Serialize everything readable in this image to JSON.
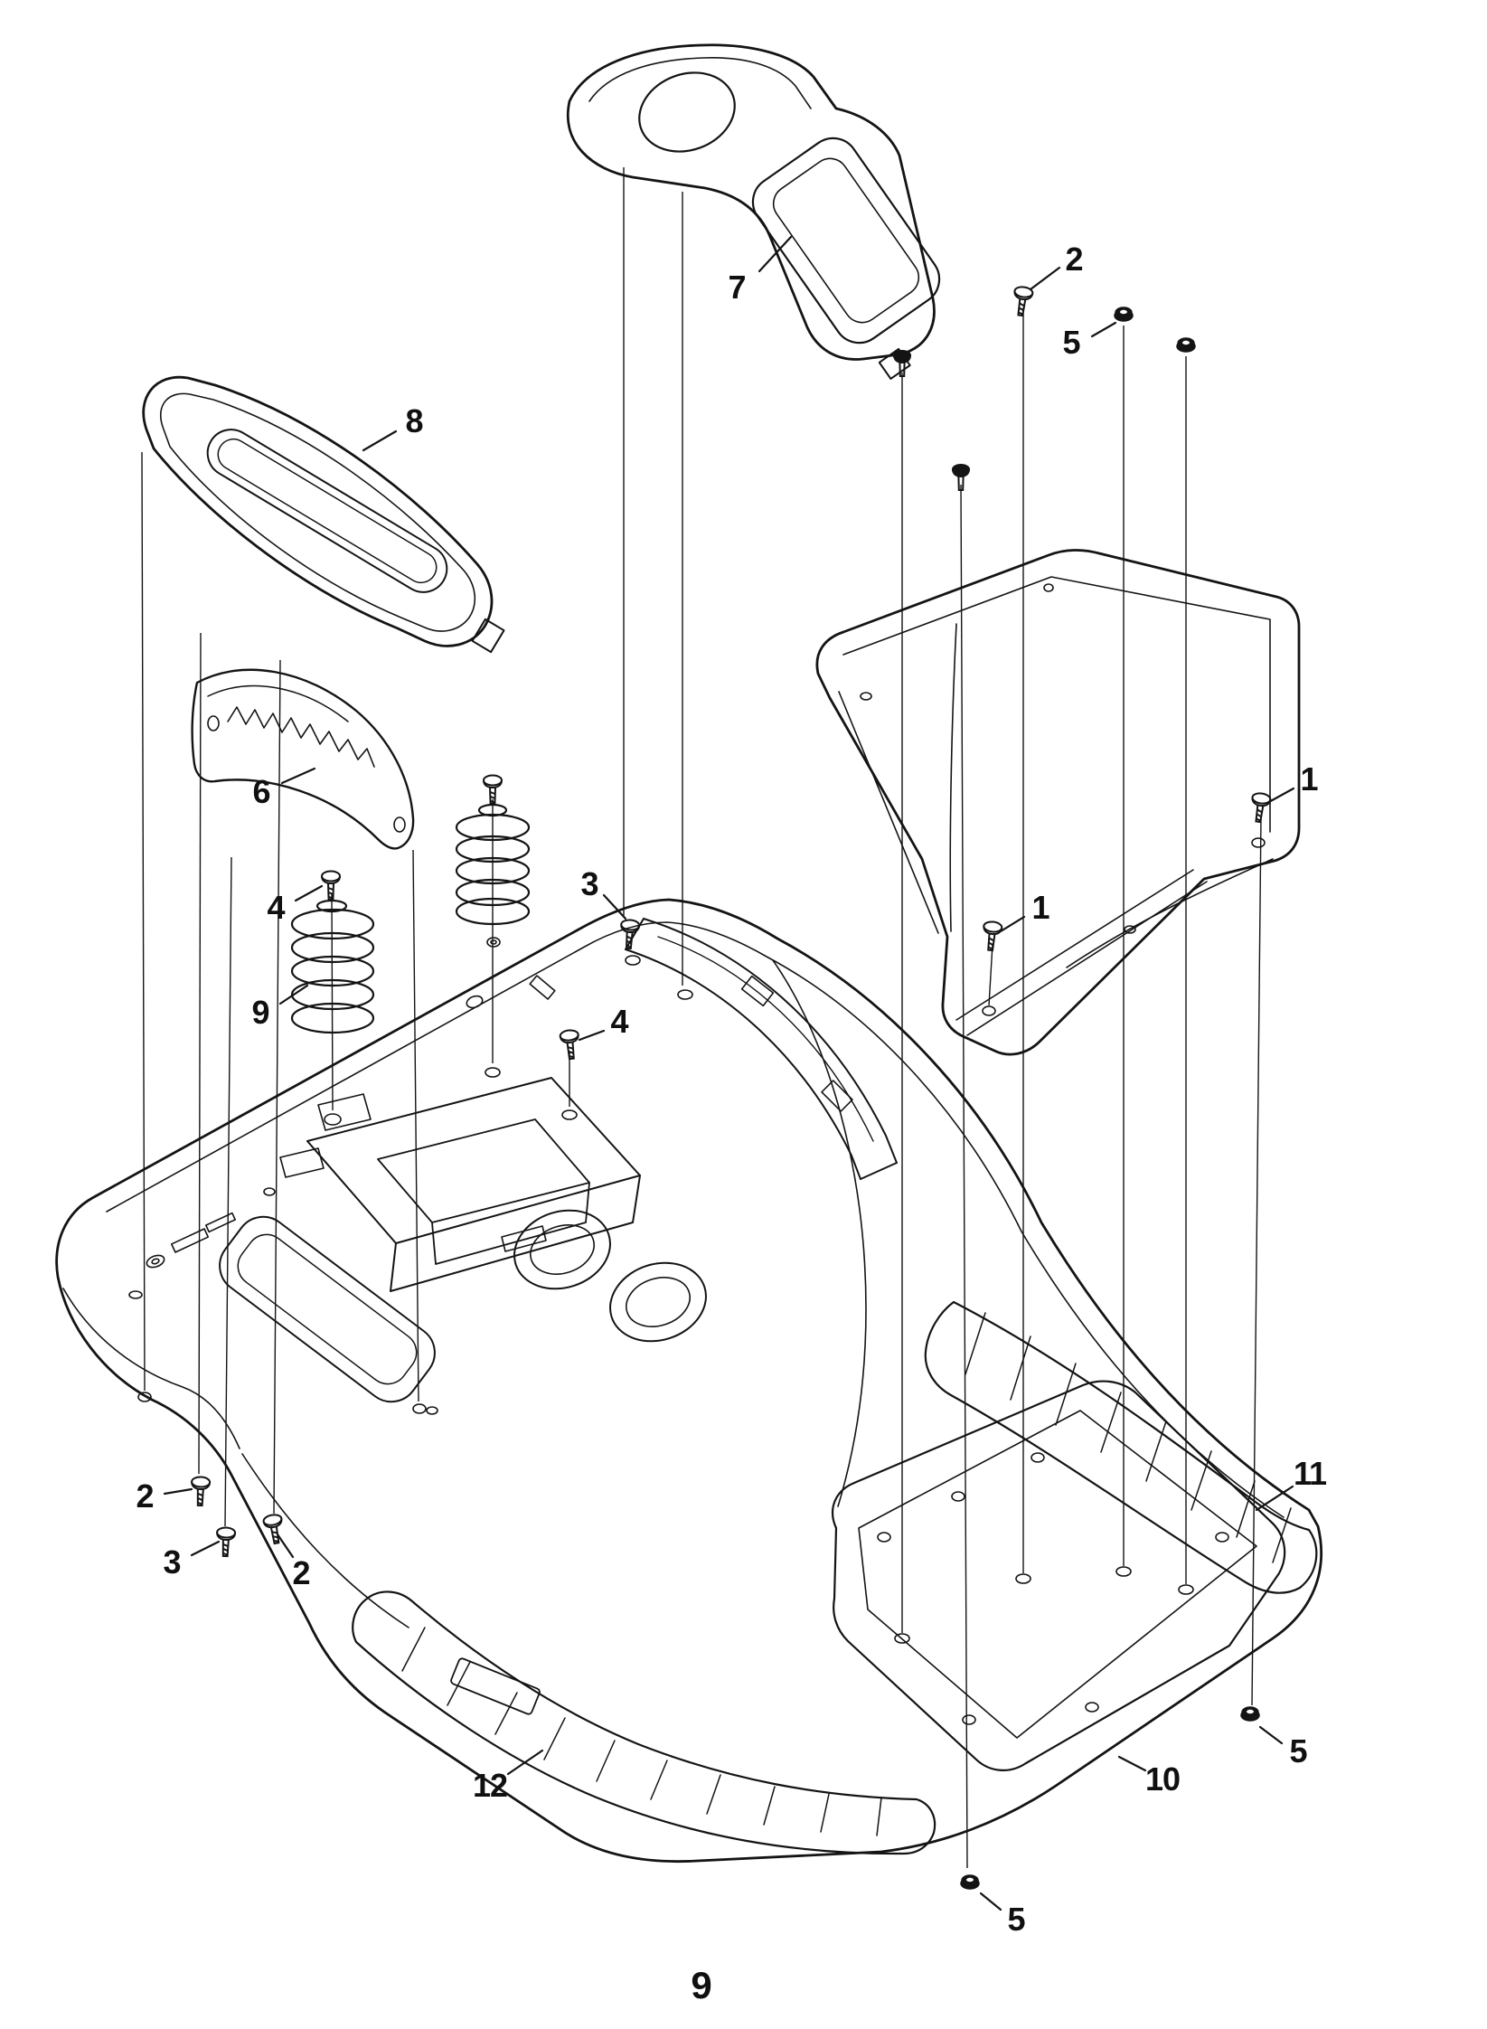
{
  "colors": {
    "ink": "#141414",
    "paper": "#ffffff"
  },
  "page_number": "9",
  "diagram": {
    "type": "exploded-parts-diagram",
    "callouts": [
      {
        "label": "7"
      },
      {
        "label": "2"
      },
      {
        "label": "5"
      },
      {
        "label": "8"
      },
      {
        "label": "1"
      },
      {
        "label": "6"
      },
      {
        "label": "3"
      },
      {
        "label": "4"
      },
      {
        "label": "1"
      },
      {
        "label": "9"
      },
      {
        "label": "4"
      },
      {
        "label": "2"
      },
      {
        "label": "3"
      },
      {
        "label": "2"
      },
      {
        "label": "11"
      },
      {
        "label": "5"
      },
      {
        "label": "10"
      },
      {
        "label": "12"
      },
      {
        "label": "5"
      }
    ]
  }
}
